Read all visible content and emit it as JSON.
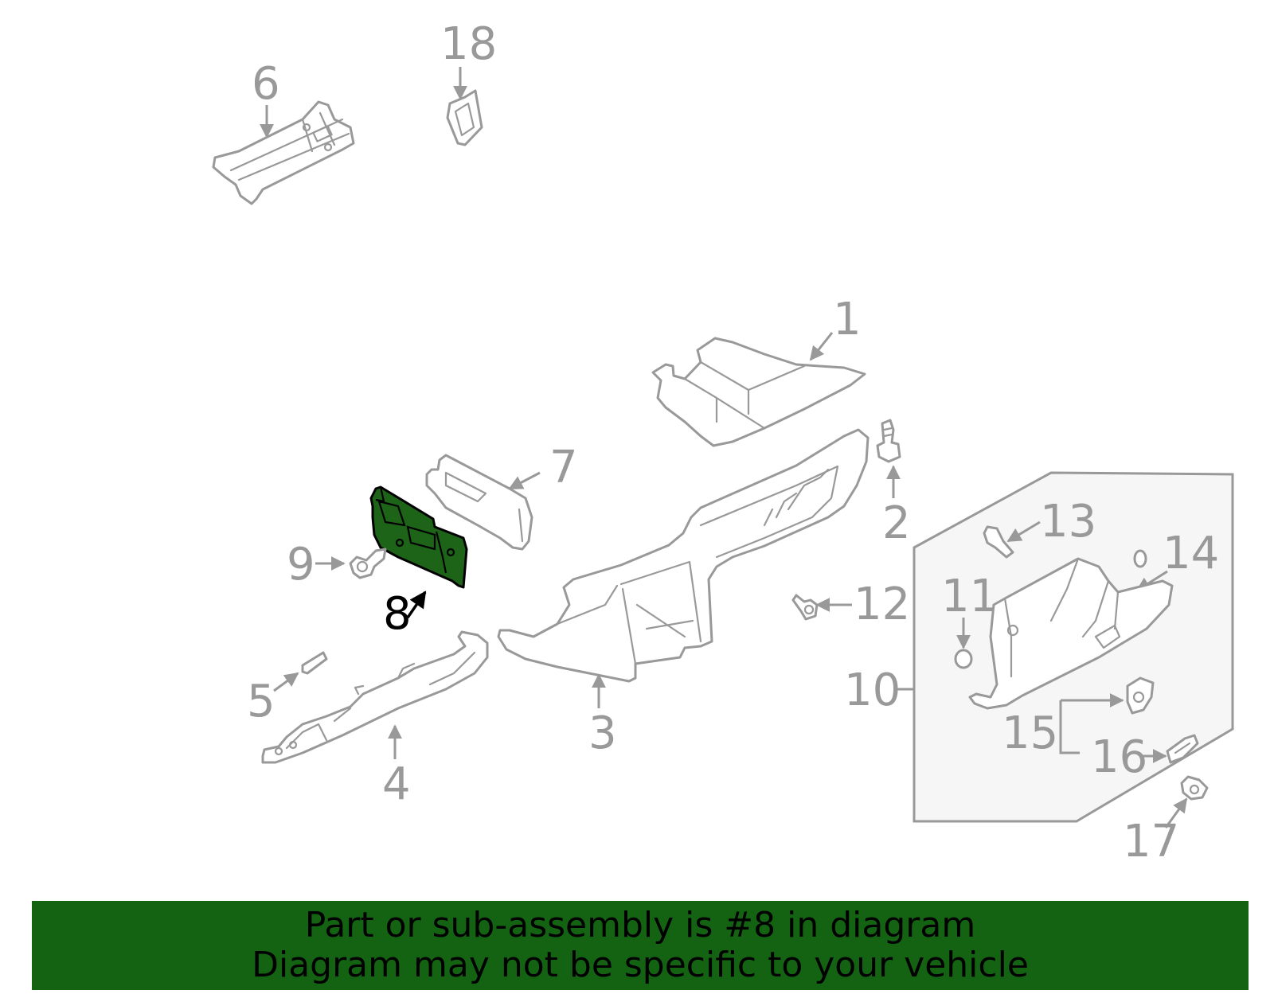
{
  "callouts": {
    "c1": "1",
    "c2": "2",
    "c3": "3",
    "c4": "4",
    "c5": "5",
    "c6": "6",
    "c7": "7",
    "c8": "8",
    "c9": "9",
    "c10": "10",
    "c11": "11",
    "c12": "12",
    "c13": "13",
    "c14": "14",
    "c15": "15",
    "c16": "16",
    "c17": "17",
    "c18": "18"
  },
  "highlighted_part": "8",
  "colors": {
    "highlight_fill": "#1e6418",
    "line_gray": "#999999",
    "banner_bg": "#136313"
  },
  "banner": {
    "line1": "Part or sub-assembly is #8 in diagram",
    "line2": "Diagram may not be specific to your vehicle"
  }
}
